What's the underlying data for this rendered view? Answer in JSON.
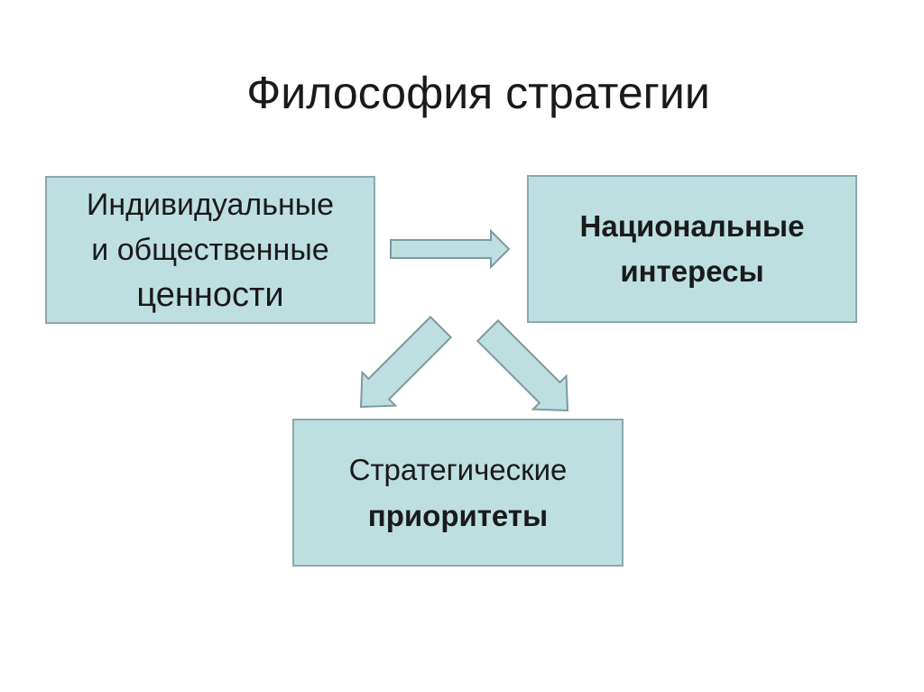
{
  "slide": {
    "title": "Философия стратегии"
  },
  "boxes": {
    "values": {
      "line1": "Индивидуальные",
      "line2": "и общественные",
      "line3": "ценности"
    },
    "interests": {
      "line1": "Национальные",
      "line2": "интересы"
    },
    "priorities": {
      "line1": "Стратегические",
      "line2": "приоритеты"
    }
  },
  "colors": {
    "box_fill": "#bddfe0",
    "box_border": "#8ea8ad",
    "arrow_fill": "#bddfe0",
    "arrow_stroke": "#7c9ba0"
  }
}
